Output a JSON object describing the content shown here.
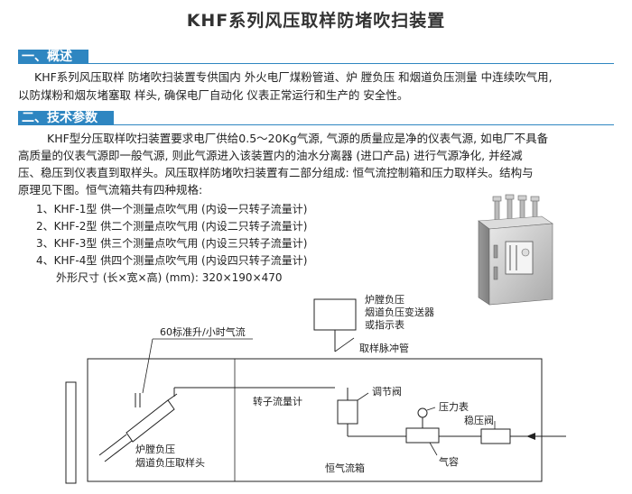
{
  "title": "KHF系列风压取样防堵吹扫装置",
  "section1": {
    "label": "一、概述",
    "lines": [
      "KHF系列风压取样 防堵吹扫装置专供国内 外火电厂煤粉管道、炉 膛负压 和烟道负压测量 中连续吹气用,",
      "以防煤粉和烟灰堵塞取 样头, 确保电厂自动化 仪表正常运行和生产的 安全性。"
    ]
  },
  "section2": {
    "label": "二、技术参数",
    "lines": [
      "KHF型分压取样吹扫装置要求电厂供给0.5～20Kg气源, 气源的质量应是净的仪表气源, 如电厂不具备",
      "高质量的仪表气源即一般气源, 则此气源进入该装置内的油水分离器 (进口产品) 进行气源净化, 并经减",
      "压、稳压到仪表直到取样头。风压取样防堵吹扫装置有二部分组成: 恒气流控制箱和压力取样头。结构与",
      "原理见下图。恒气流箱共有四种规格:"
    ],
    "specs": [
      "1、KHF-1型 供一个测量点吹气用 (内设一只转子流量计)",
      "2、KHF-2型 供二个测量点吹气用 (内设二只转子流量计)",
      "3、KHF-3型 供三个测量点吹气用 (内设三只转子流量计)",
      "4、KHF-4型 供四个测量点吹气用 (内设四只转子流量计)"
    ],
    "size": "外形尺寸 (长×宽×高) (mm): 320×190×470"
  },
  "diagram": {
    "transmitter_label": [
      "炉膛负压",
      "烟道负压变送器",
      "或指示表"
    ],
    "flow_label": "60标准升/小时气流",
    "pulse_pipe": "取样脉冲管",
    "flowmeter": "转子流量计",
    "valve": "调节阀",
    "gauge": "压力表",
    "regulator": "稳压阀",
    "vessel": "气容",
    "probe_label": [
      "炉膛负压",
      "烟道负压取样头"
    ],
    "box_label": "恒气流箱"
  },
  "colors": {
    "accent": "#2e86c1",
    "line": "#222222"
  }
}
